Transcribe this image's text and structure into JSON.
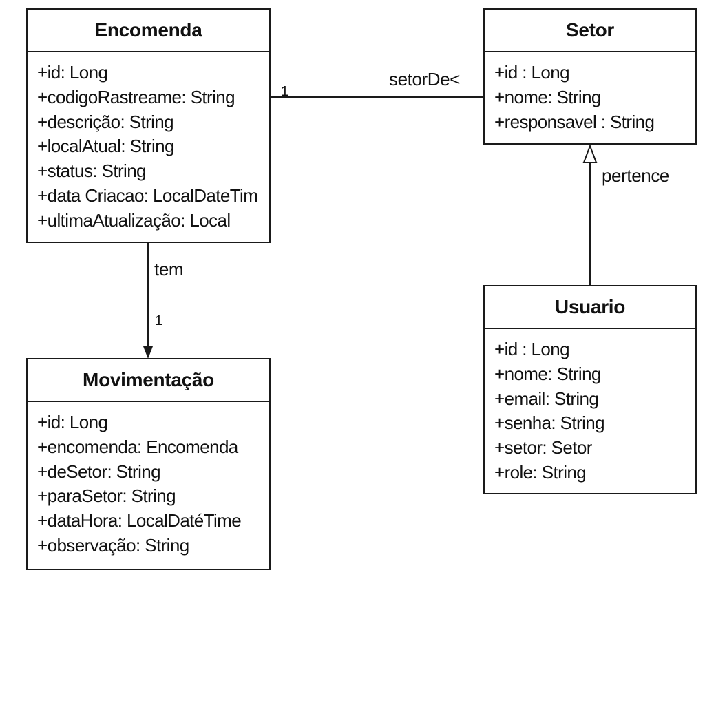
{
  "classes": {
    "encomenda": {
      "name": "Encomenda",
      "attributes": [
        "+id: Long",
        "+codigoRastreame: String",
        "+descrição: String",
        "+localAtual: String",
        "+status:  String",
        "+data Criacao: LocalDateTim",
        "+ultimaAtualização: Local"
      ]
    },
    "setor": {
      "name": "Setor",
      "attributes": [
        "+id : Long",
        "+nome: String",
        "+responsavel : String"
      ]
    },
    "usuario": {
      "name": "Usuario",
      "attributes": [
        "+id : Long",
        "+nome: String",
        "+email: String",
        "+senha: String",
        "+setor: Setor",
        "+role: String"
      ]
    },
    "movimentacao": {
      "name": "Movimentação",
      "attributes": [
        "+id: Long",
        "+encomenda: Encomenda",
        "+deSetor: String",
        "+paraSetor: String",
        "+dataHora: LocalDatéTime",
        "+observação: String"
      ]
    }
  },
  "relations": {
    "encomenda_setor": {
      "label": "setorDe<",
      "multiplicity": "1"
    },
    "usuario_setor": {
      "label": "pertence"
    },
    "encomenda_movimentacao": {
      "label": "tem",
      "multiplicity": "1"
    }
  }
}
